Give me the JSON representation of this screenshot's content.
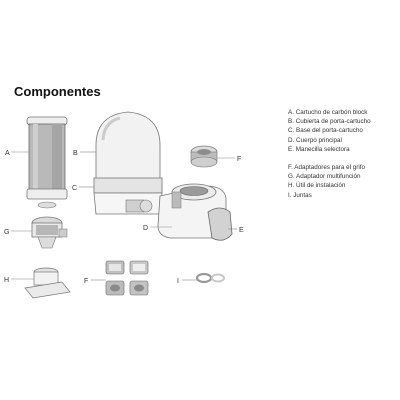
{
  "title": "Componentes",
  "callouts": {
    "a": "A",
    "b": "B",
    "c": "C",
    "d": "D",
    "e": "E",
    "f": "F",
    "g": "G",
    "h": "H",
    "i": "I"
  },
  "legend": {
    "a": "A. Cartucho de carbón block",
    "b": "B. Cubierta de porta-cartucho",
    "c": "C. Base del porta-cartucho",
    "d": "D. Cuerpo principal",
    "e": "E. Manecilla selectora",
    "f": "F. Adaptadores para el grifo",
    "g": "G. Adaptador multifunción",
    "h": "H. Útil de instalación",
    "i": "I. Juntas"
  }
}
